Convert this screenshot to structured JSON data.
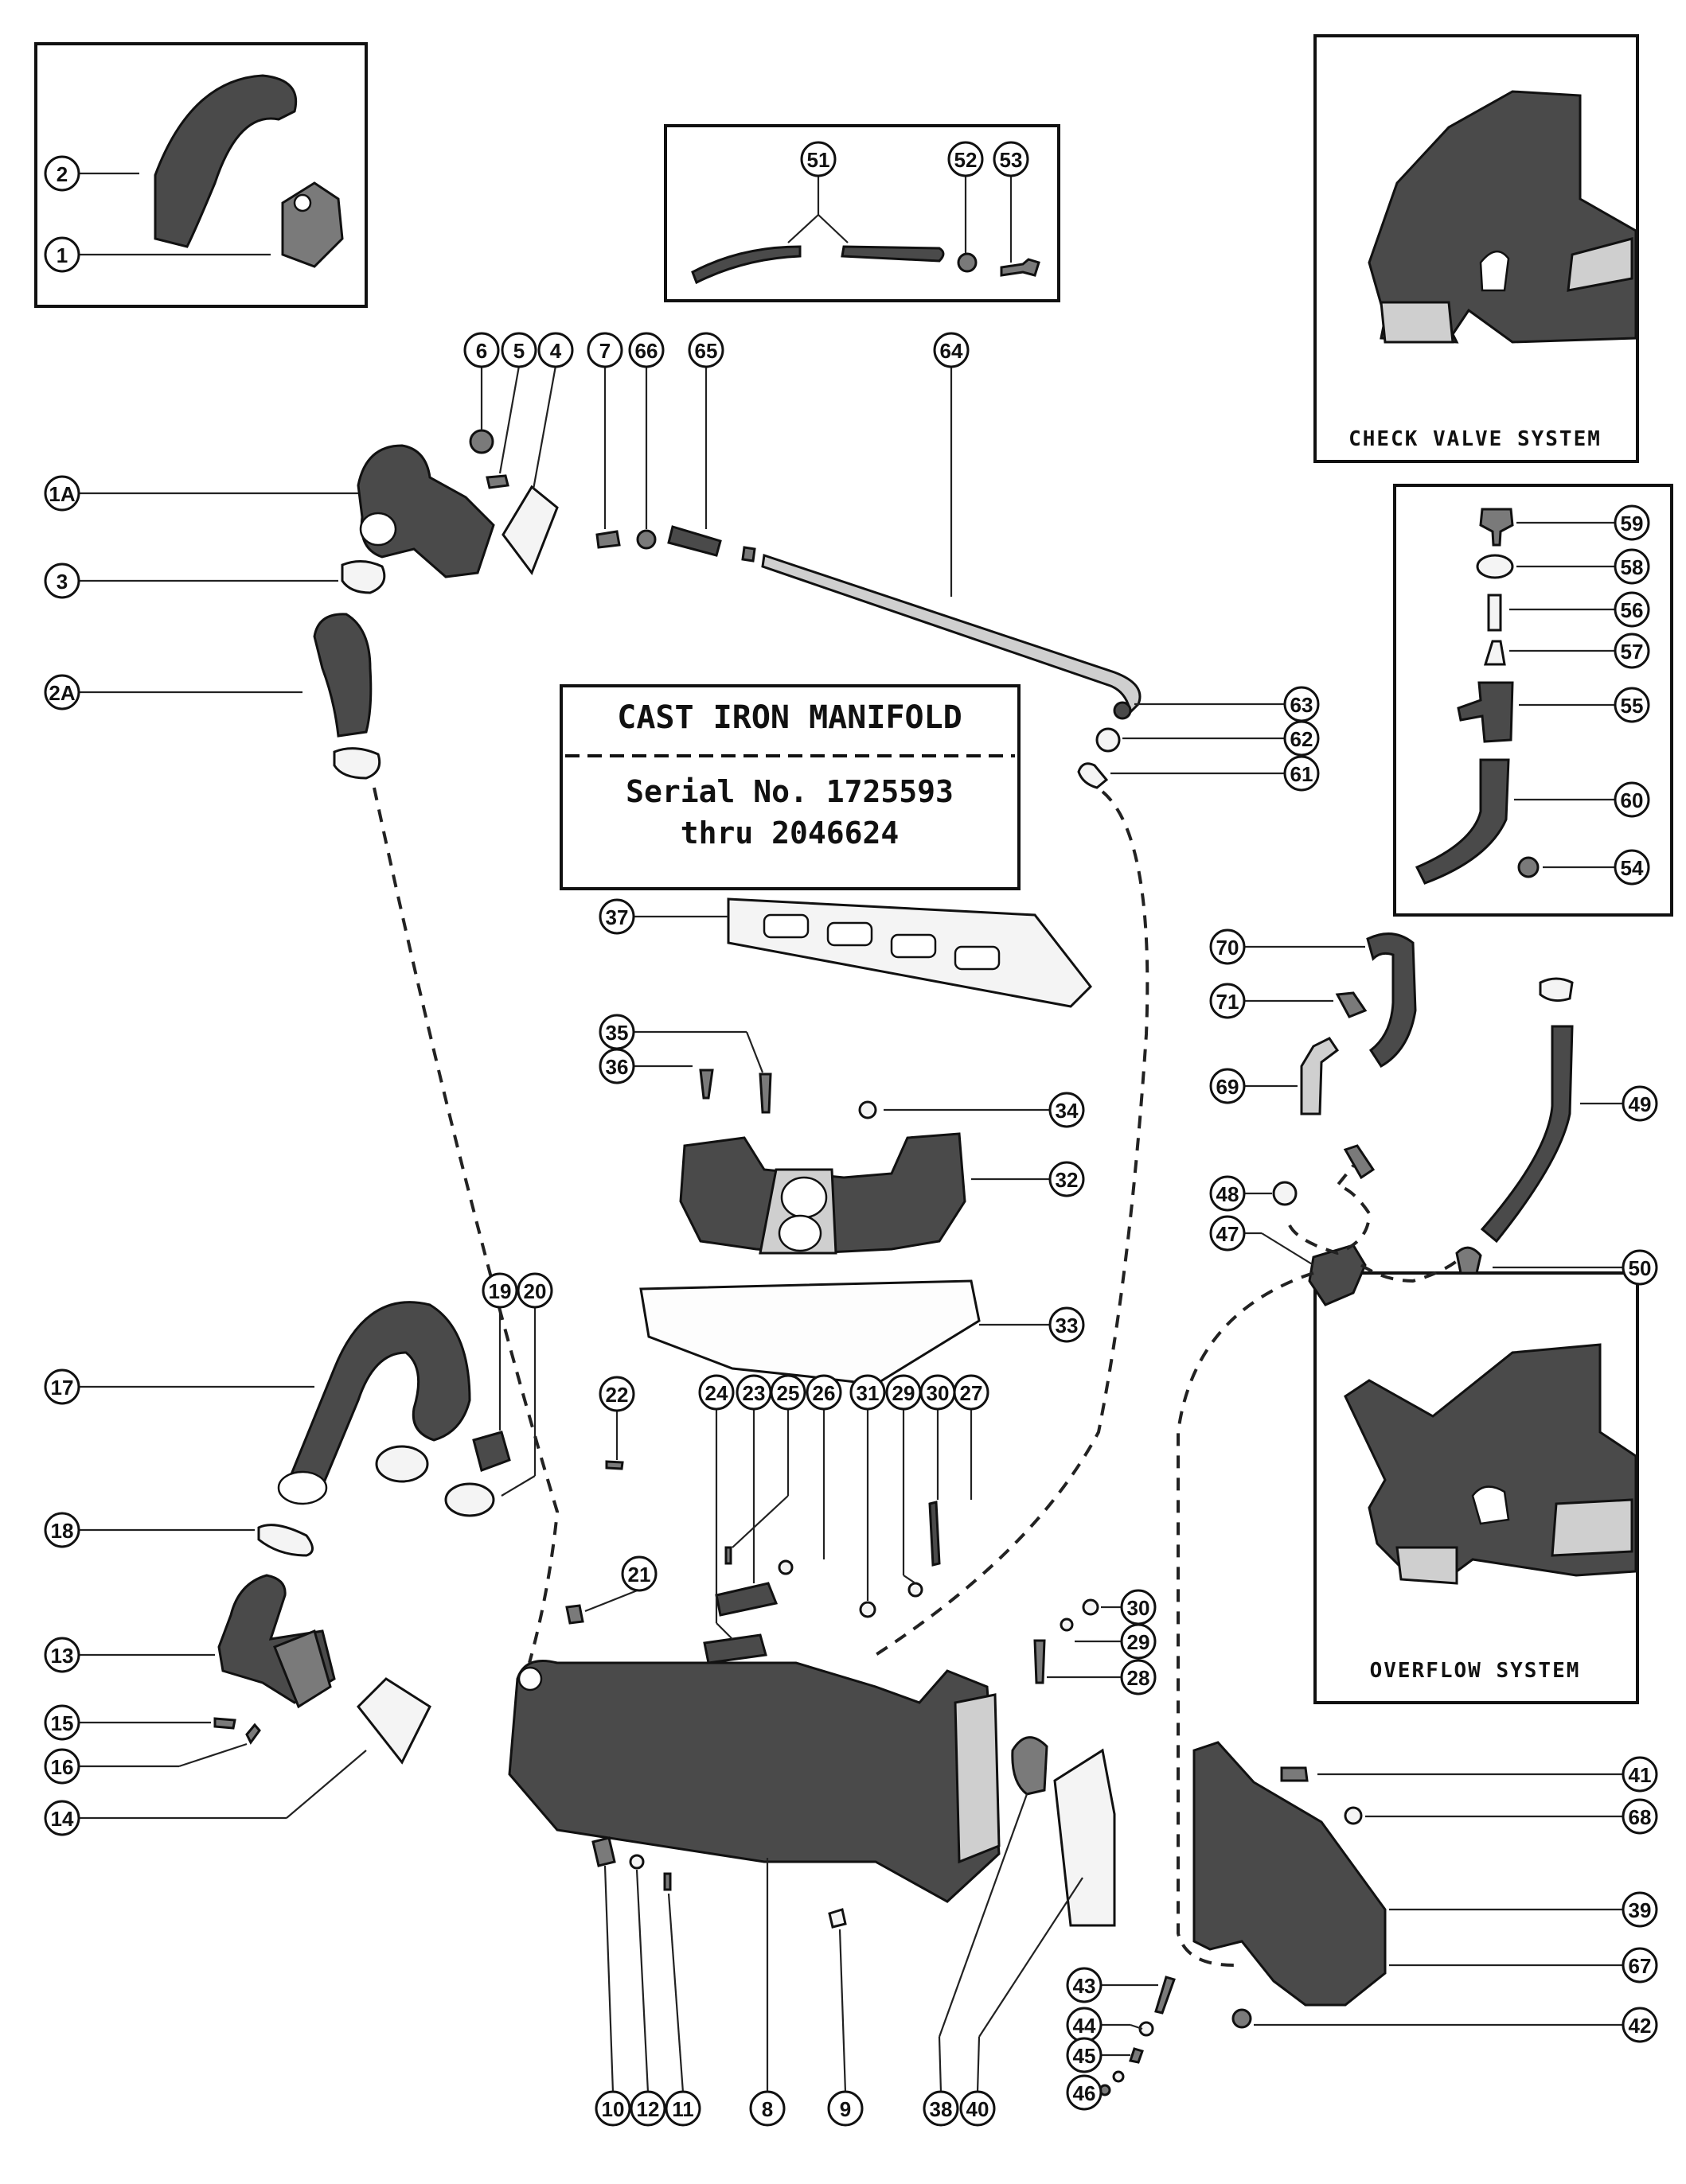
{
  "title_box": {
    "title": "CAST IRON MANIFOLD",
    "serial_line1": "Serial No. 1725593",
    "serial_line2": "thru 2046624"
  },
  "insets": {
    "check_valve_caption": "CHECK VALVE SYSTEM",
    "overflow_caption": "OVERFLOW SYSTEM"
  },
  "callouts": [
    {
      "id": "c-1",
      "label": "1"
    },
    {
      "id": "c-2",
      "label": "2"
    },
    {
      "id": "c-51",
      "label": "51"
    },
    {
      "id": "c-52",
      "label": "52"
    },
    {
      "id": "c-53",
      "label": "53"
    },
    {
      "id": "c-6",
      "label": "6"
    },
    {
      "id": "c-5",
      "label": "5"
    },
    {
      "id": "c-4",
      "label": "4"
    },
    {
      "id": "c-7",
      "label": "7"
    },
    {
      "id": "c-66",
      "label": "66"
    },
    {
      "id": "c-65",
      "label": "65"
    },
    {
      "id": "c-64",
      "label": "64"
    },
    {
      "id": "c-1A",
      "label": "1A"
    },
    {
      "id": "c-3",
      "label": "3"
    },
    {
      "id": "c-2A",
      "label": "2A"
    },
    {
      "id": "c-63",
      "label": "63"
    },
    {
      "id": "c-62",
      "label": "62"
    },
    {
      "id": "c-61",
      "label": "61"
    },
    {
      "id": "c-59",
      "label": "59"
    },
    {
      "id": "c-58",
      "label": "58"
    },
    {
      "id": "c-56",
      "label": "56"
    },
    {
      "id": "c-57",
      "label": "57"
    },
    {
      "id": "c-55",
      "label": "55"
    },
    {
      "id": "c-60",
      "label": "60"
    },
    {
      "id": "c-54",
      "label": "54"
    },
    {
      "id": "c-37",
      "label": "37"
    },
    {
      "id": "c-35",
      "label": "35"
    },
    {
      "id": "c-36",
      "label": "36"
    },
    {
      "id": "c-34",
      "label": "34"
    },
    {
      "id": "c-32",
      "label": "32"
    },
    {
      "id": "c-33",
      "label": "33"
    },
    {
      "id": "c-70",
      "label": "70"
    },
    {
      "id": "c-71",
      "label": "71"
    },
    {
      "id": "c-69",
      "label": "69"
    },
    {
      "id": "c-49",
      "label": "49"
    },
    {
      "id": "c-48",
      "label": "48"
    },
    {
      "id": "c-47",
      "label": "47"
    },
    {
      "id": "c-50",
      "label": "50"
    },
    {
      "id": "c-17",
      "label": "17"
    },
    {
      "id": "c-19",
      "label": "19"
    },
    {
      "id": "c-20",
      "label": "20"
    },
    {
      "id": "c-18",
      "label": "18"
    },
    {
      "id": "c-22",
      "label": "22"
    },
    {
      "id": "c-24",
      "label": "24"
    },
    {
      "id": "c-23",
      "label": "23"
    },
    {
      "id": "c-25",
      "label": "25"
    },
    {
      "id": "c-26",
      "label": "26"
    },
    {
      "id": "c-31",
      "label": "31"
    },
    {
      "id": "c-29",
      "label": "29"
    },
    {
      "id": "c-30",
      "label": "30"
    },
    {
      "id": "c-27",
      "label": "27"
    },
    {
      "id": "c-21",
      "label": "21"
    },
    {
      "id": "c-30b",
      "label": "30"
    },
    {
      "id": "c-29b",
      "label": "29"
    },
    {
      "id": "c-28",
      "label": "28"
    },
    {
      "id": "c-13",
      "label": "13"
    },
    {
      "id": "c-15",
      "label": "15"
    },
    {
      "id": "c-16",
      "label": "16"
    },
    {
      "id": "c-14",
      "label": "14"
    },
    {
      "id": "c-41",
      "label": "41"
    },
    {
      "id": "c-68",
      "label": "68"
    },
    {
      "id": "c-39",
      "label": "39"
    },
    {
      "id": "c-67",
      "label": "67"
    },
    {
      "id": "c-42",
      "label": "42"
    },
    {
      "id": "c-43",
      "label": "43"
    },
    {
      "id": "c-44",
      "label": "44"
    },
    {
      "id": "c-45",
      "label": "45"
    },
    {
      "id": "c-46",
      "label": "46"
    },
    {
      "id": "c-10",
      "label": "10"
    },
    {
      "id": "c-12",
      "label": "12"
    },
    {
      "id": "c-11",
      "label": "11"
    },
    {
      "id": "c-8",
      "label": "8"
    },
    {
      "id": "c-9",
      "label": "9"
    },
    {
      "id": "c-38",
      "label": "38"
    },
    {
      "id": "c-40",
      "label": "40"
    }
  ]
}
